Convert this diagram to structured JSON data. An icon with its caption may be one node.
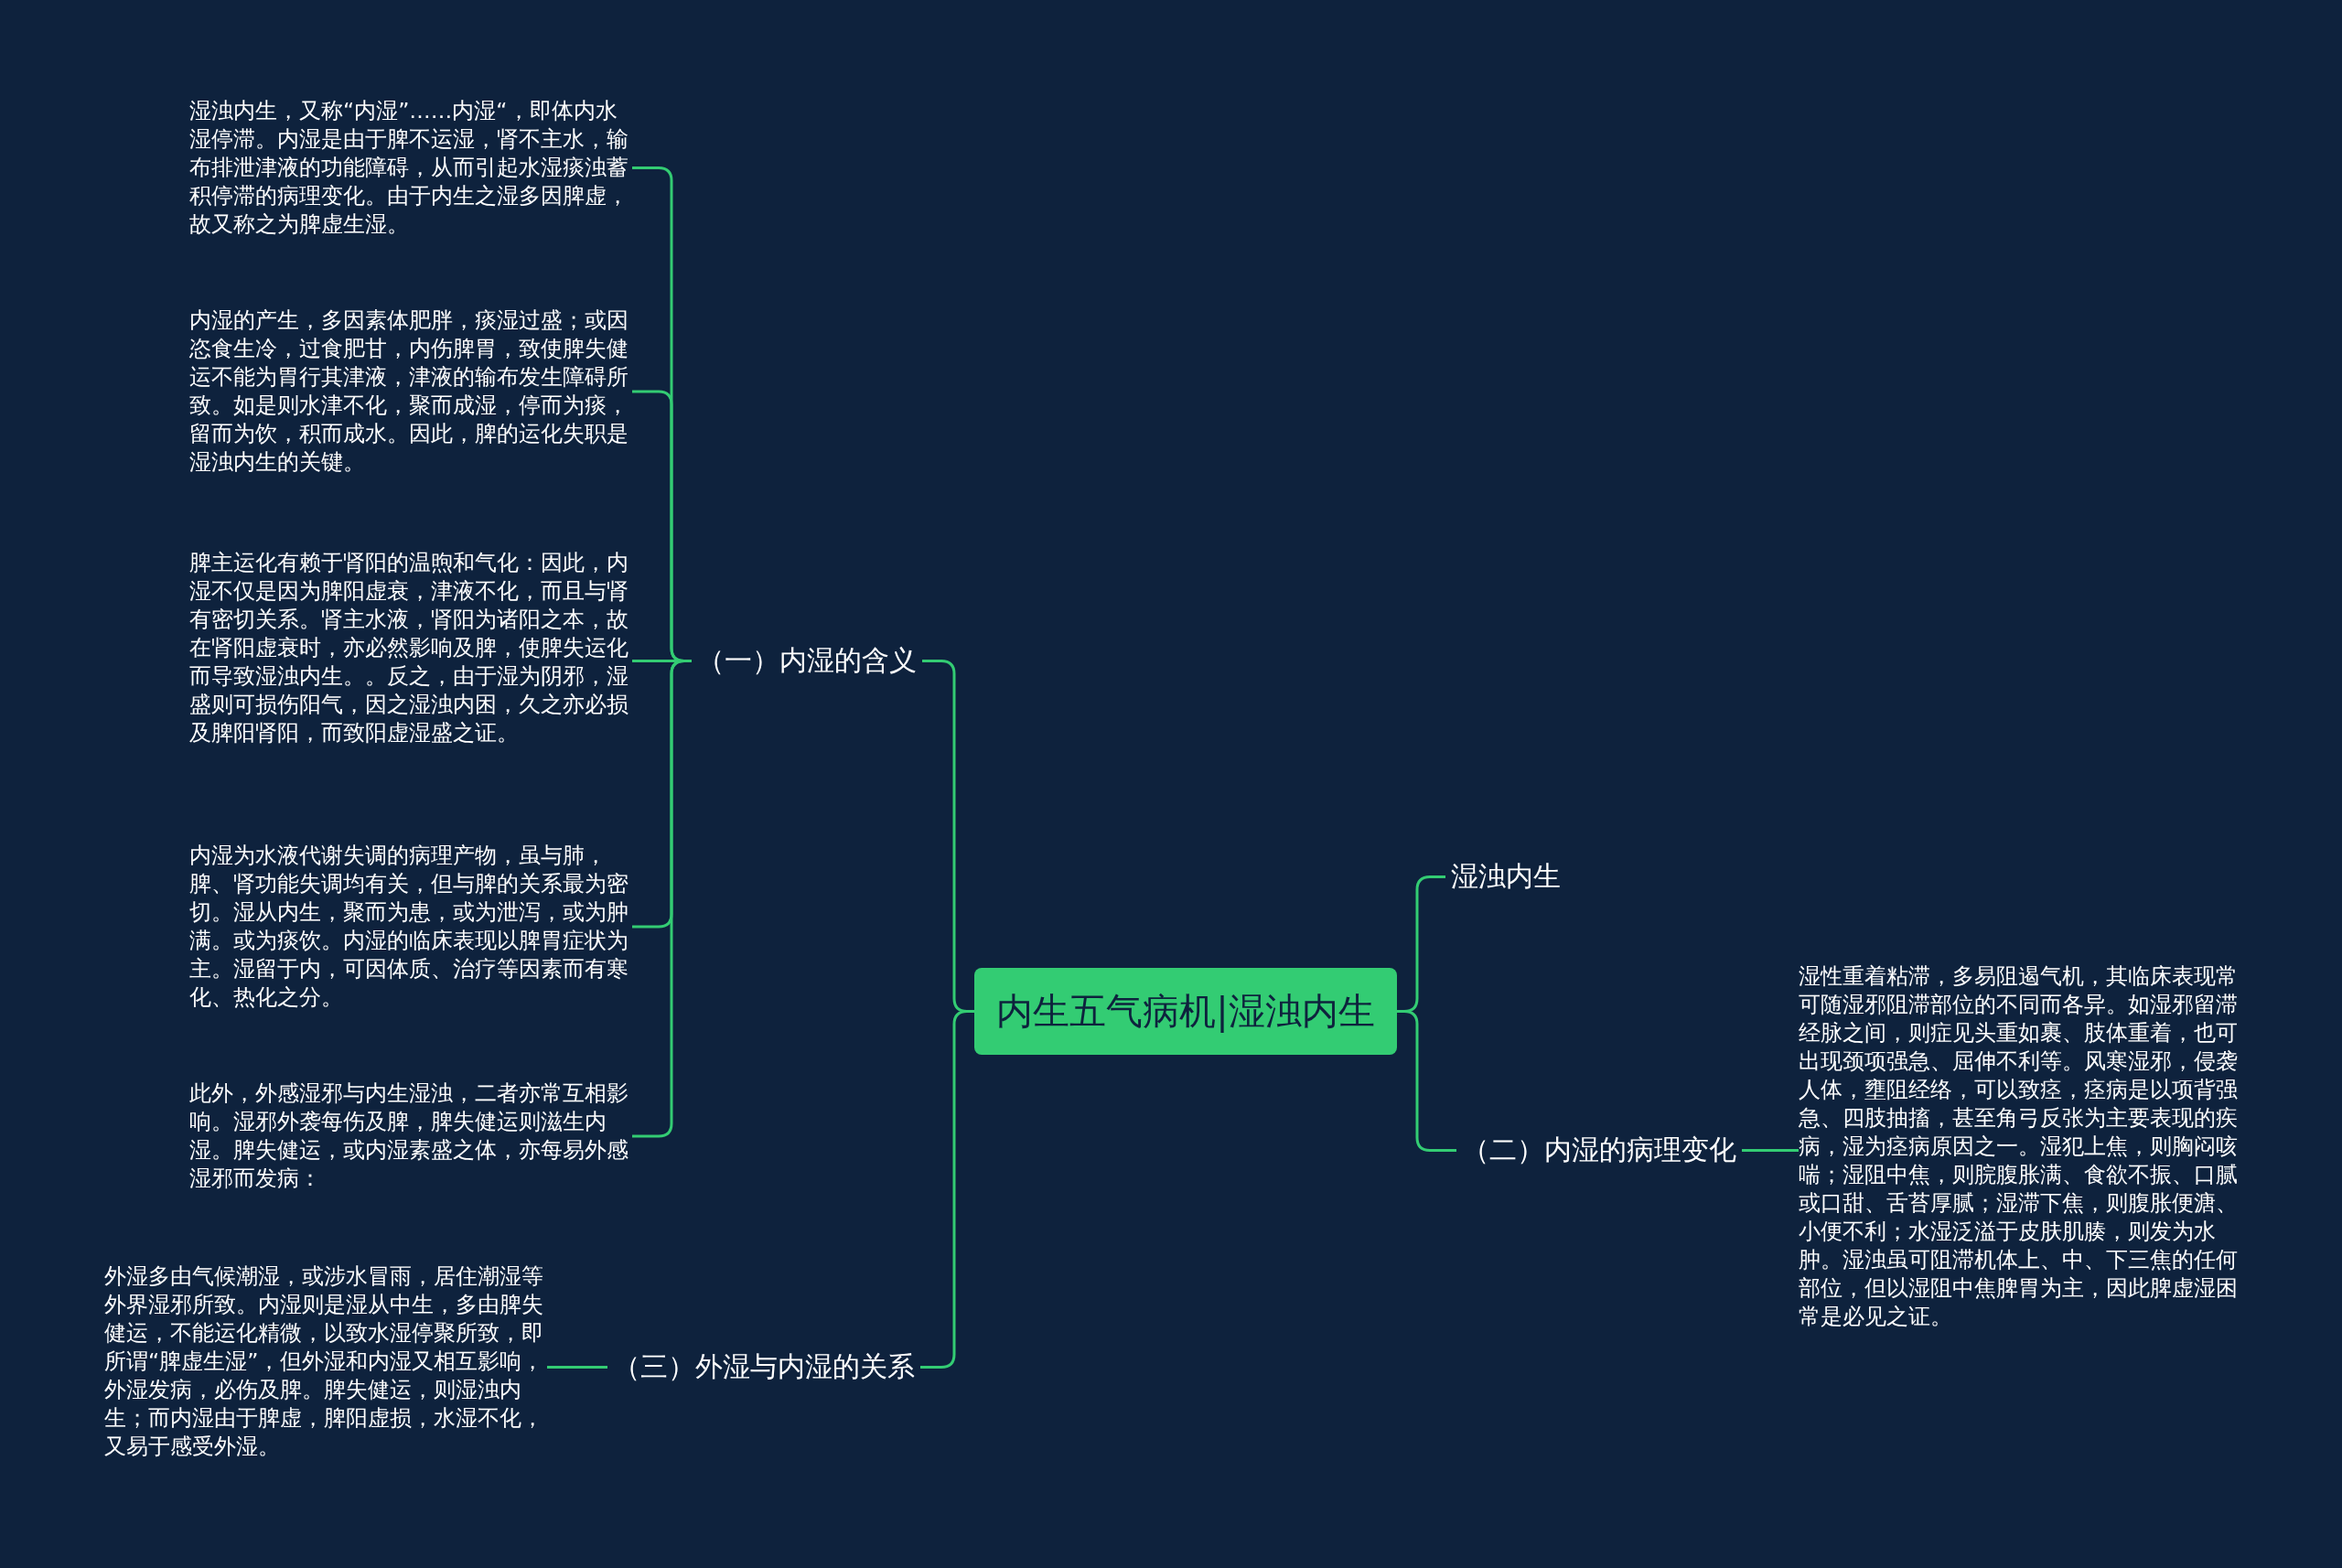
{
  "diagram": {
    "nodes": [
      {
        "text": [
          "内生五气病机|湿浊内生"
        ]
      },
      {
        "text": [
          "（一）内湿的含义"
        ]
      },
      {
        "text": [
          "湿浊内生，又称“内湿”……内湿“，即体内水湿停滞。内湿是由于脾不运湿，肾不主水，输布排泄津液的功能障碍，从而引起水湿痰浊蓄积停滞的病理变化。由于内生之湿多因脾虚，故又称之为脾虚生湿。"
        ]
      },
      {
        "text": [
          "内湿的产生，多因素体肥胖，痰湿过盛；或因恣食生冷，过食肥甘，内伤脾胃，致使脾失健运不能为胃行其津液，津液的输布发生障碍所致。如是则水津不化，聚而成湿，停而为痰，留而为饮，积而成水。因此，脾的运化失职是湿浊内生的关键。"
        ]
      },
      {
        "text": [
          "脾主运化有赖于肾阳的温煦和气化：因此，内湿不仅是因为脾阳虚衰，津液不化，而且与肾有密切关系。肾主水液，肾阳为诸阳之本，故在肾阳虚衰时，亦必然影响及脾，使脾失运化而导致湿浊内生。。反之，由于湿为阴邪，湿盛则可损伤阳气，因之湿浊内困，久之亦必损及脾阳肾阳，而致阳虚湿盛之证。"
        ]
      },
      {
        "text": [
          "内湿为水液代谢失调的病理产物，虽与肺，脾、肾功能失调均有关，但与脾的关系最为密切。湿从内生，聚而为患，或为泄泻，或为肿满。或为痰饮。内湿的临床表现以脾胃症状为主。湿留于内，可因体质、治疗等因素而有寒化、热化之分。"
        ]
      },
      {
        "text": [
          "此外，外感湿邪与内生湿浊，二者亦常互相影响。湿邪外袭每伤及脾，脾失健运则滋生内湿。脾失健运，或内湿素盛之体，亦每易外感湿邪而发病："
        ]
      },
      {
        "text": [
          "（三）外湿与内湿的关系"
        ]
      },
      {
        "text": [
          "外湿多由气候潮湿，或涉水冒雨，居住潮湿等外界湿邪所致。内湿则是湿从中生，多由脾失健运，不能运化精微，以致水湿停聚所致，即所谓“脾虚生湿”，但外湿和内湿又相互影响，外湿发病，必伤及脾。脾失健运，则湿浊内生；而内湿由于脾虚，脾阳虚损，水湿不化，又易于感受外湿。"
        ]
      },
      {
        "text": [
          "湿浊内生"
        ]
      },
      {
        "text": [
          "（二）内湿的病理变化"
        ]
      },
      {
        "text": [
          "湿性重着粘滞，多易阻遏气机，其临床表现常可随湿邪阻滞部位的不同而各异。如湿邪留滞经脉之间，则症见头重如裹、肢体重着，也可出现颈项强急、屈伸不利等。风寒湿邪，侵袭人体，壅阻经络，可以致痉，痉病是以项背强急、四肢抽搐，甚至角弓反张为主要表现的疾病，湿为痉病原因之一。湿犯上焦，则胸闷咳喘；湿阻中焦，则脘腹胀满、食欲不振、口腻或口甜、舌苔厚腻；湿滞下焦，则腹胀便溏、小便不利；水湿泛溢于皮肤肌腠，则发为水肿。湿浊虽可阻滞机体上、中、下三焦的任何部位，但以湿阻中焦脾胃为主，因此脾虚湿困常是必见之证。"
        ]
      }
    ],
    "edges": [
      {
        "from": 0,
        "to": 1,
        "arrow": "none"
      },
      {
        "from": 1,
        "to": 2,
        "arrow": "none"
      },
      {
        "from": 1,
        "to": 3,
        "arrow": "none"
      },
      {
        "from": 1,
        "to": 4,
        "arrow": "none"
      },
      {
        "from": 1,
        "to": 5,
        "arrow": "none"
      },
      {
        "from": 1,
        "to": 6,
        "arrow": "none"
      },
      {
        "from": 0,
        "to": 7,
        "arrow": "none"
      },
      {
        "from": 7,
        "to": 8,
        "arrow": "none"
      },
      {
        "from": 0,
        "to": 9,
        "arrow": "none"
      },
      {
        "from": 0,
        "to": 10,
        "arrow": "none"
      },
      {
        "from": 10,
        "to": 11,
        "arrow": "none"
      }
    ]
  }
}
